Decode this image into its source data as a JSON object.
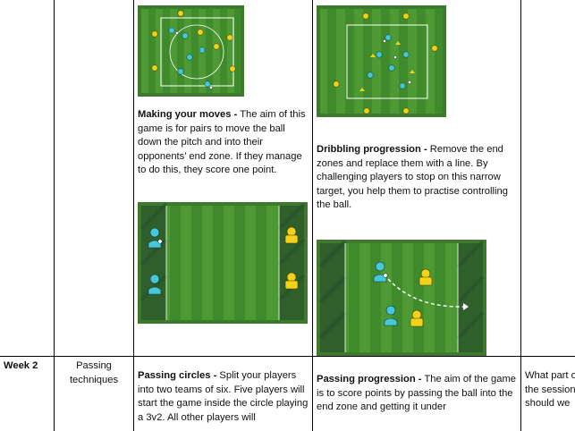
{
  "row1": {
    "making_moves": {
      "title": "Making your moves -",
      "body": "The aim of this game is for pairs to move the ball down the pitch and into their opponents’ end zone. If they manage to do this, they score one point."
    },
    "dribbling": {
      "title": "Dribbling progression -",
      "body": "Remove the end zones and replace them with a line. By challenging players to stop on this narrow target, you help them to practise controlling the ball."
    }
  },
  "row2": {
    "week": "Week 2",
    "topic": "Passing techniques",
    "passing_circles": {
      "title": "Passing circles -",
      "body": "Split your players into two teams of six. Five players will start the game inside the circle playing a 3v2. All other players will"
    },
    "passing_progression": {
      "title": "Passing progression -",
      "body": "The aim of the game is to score points by passing the ball into the end zone and getting it under"
    },
    "question": "What part of the session should we"
  },
  "colors": {
    "pitch_light": "#4d9a35",
    "pitch_dark": "#3f8a2a",
    "pitch_frame": "#3e7a2d",
    "player_cyan": "#45c8d9",
    "player_yellow": "#f3d21c"
  }
}
